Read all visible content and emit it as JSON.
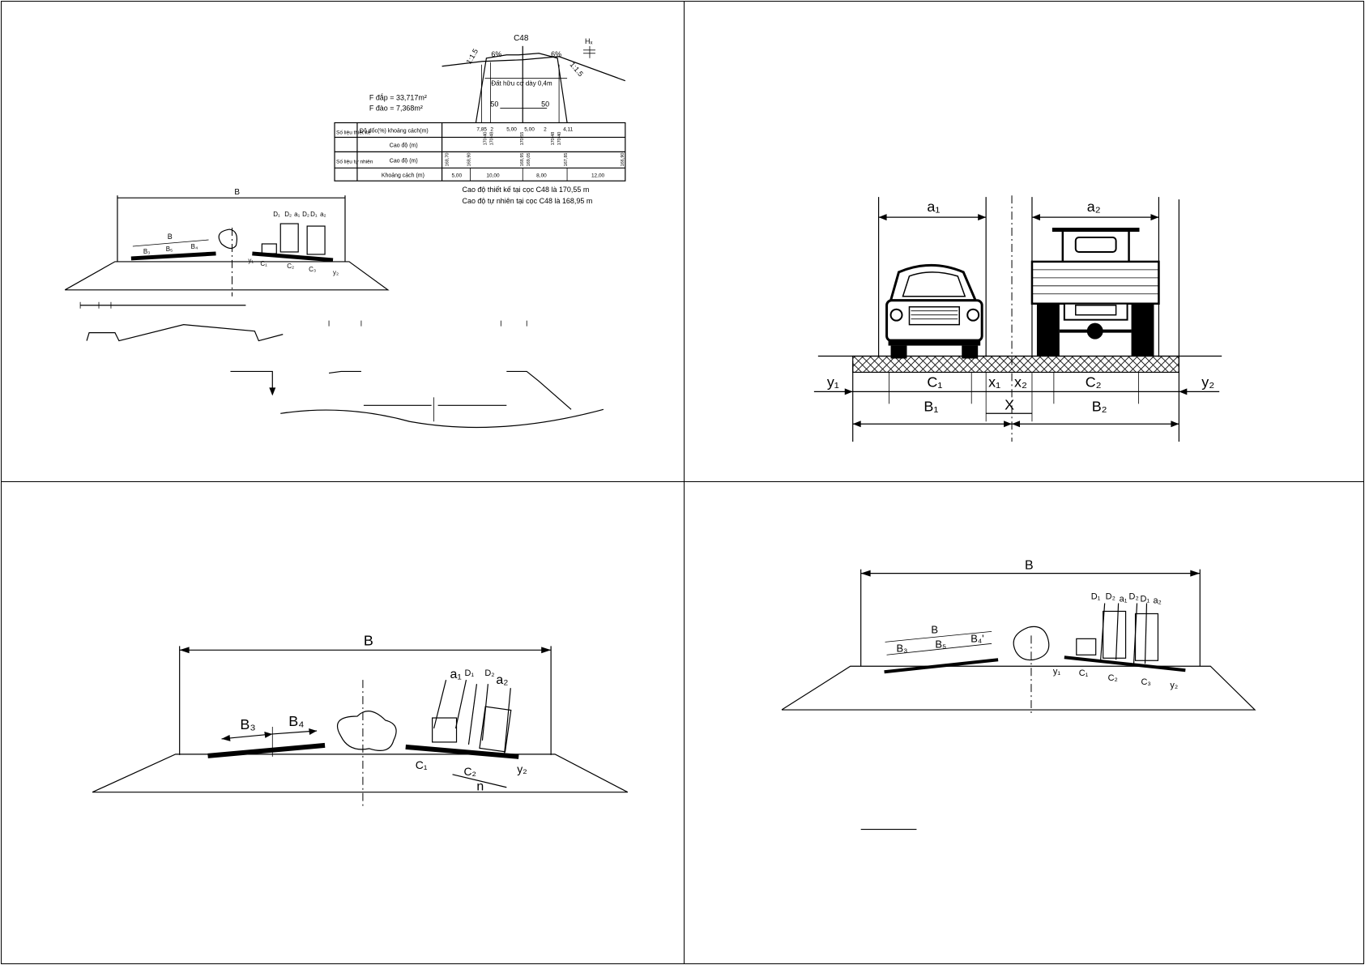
{
  "panel1": {
    "section": {
      "stake": "C48",
      "slope_left": "1:1.5",
      "grade_left": "6%",
      "grade_right": "6%",
      "slope_right": "1:1.5",
      "h_label": "Hₓ",
      "soil_note": "Đất hữu cơ dày 0,4m",
      "area_fill": "F đắp = 33,717m²",
      "area_cut": "F đào = 7,368m²",
      "width_left": "50",
      "width_right": "50"
    },
    "table": {
      "group_design": "Số liệu thiết kế",
      "group_natural": "Số liệu tự nhiên",
      "row_grade": "Độ dốc(%) khoảng cách(m)",
      "row_design_elev": "Cao độ (m)",
      "row_natural_elev": "Cao độ (m)",
      "row_distance": "Khoảng cách (m)",
      "grade_values": [
        "7,85",
        "2",
        "5,00",
        "5,00",
        "2",
        "4,11"
      ],
      "design_elev_values": [
        "170,40",
        "170,48",
        "170,55",
        "170,48",
        "170,40"
      ],
      "natural_elev_values": [
        "168,70",
        "168,90",
        "168,95",
        "169,05",
        "167,85",
        "166,90"
      ],
      "distance_values": [
        "5,00",
        "10,00",
        "8,00",
        "12,00"
      ]
    },
    "notes": {
      "design_elev_note": "Cao độ thiết kế tại cọc C48 là 170,55 m",
      "natural_elev_note": "Cao độ tự nhiên tại cọc C48 là 168,95 m"
    },
    "mini_cross": {
      "B": "B",
      "B_inner": "B",
      "B3": "B₃",
      "B5": "B₅",
      "B4": "B₄",
      "D1": "D₁",
      "D2": "D₂",
      "a1": "a₁",
      "D2b": "D₂",
      "D1b": "D₁",
      "a2": "a₂",
      "y1": "y₁",
      "C1": "C₁",
      "C2": "C₂",
      "C3": "C₃",
      "y2": "y₂"
    }
  },
  "panel2": {
    "a1": "a₁",
    "a2": "a₂",
    "y1": "y₁",
    "C1": "C₁",
    "x1": "x₁",
    "x2": "x₂",
    "C2": "C₂",
    "y2": "y₂",
    "B1": "B₁",
    "X": "X",
    "B2": "B₂"
  },
  "panel3": {
    "B": "B",
    "B3": "B₃",
    "B4": "B₄",
    "a1": "a₁",
    "D1": "D₁",
    "D2": "D₂",
    "a2": "a₂",
    "C1": "C₁",
    "C2": "C₂",
    "y2": "y₂",
    "n": "n"
  },
  "panel4": {
    "B": "B",
    "B_inner": "B",
    "B3": "B₃",
    "B5": "B₅",
    "B4": "B₄'",
    "D1": "D₁",
    "D2": "D₂",
    "a1": "a₁",
    "D2b": "D₂",
    "D1b": "D₁",
    "a2": "a₂",
    "y1": "y₁",
    "C1": "C₁",
    "C2": "C₂",
    "C3": "C₃",
    "y2": "y₂"
  }
}
